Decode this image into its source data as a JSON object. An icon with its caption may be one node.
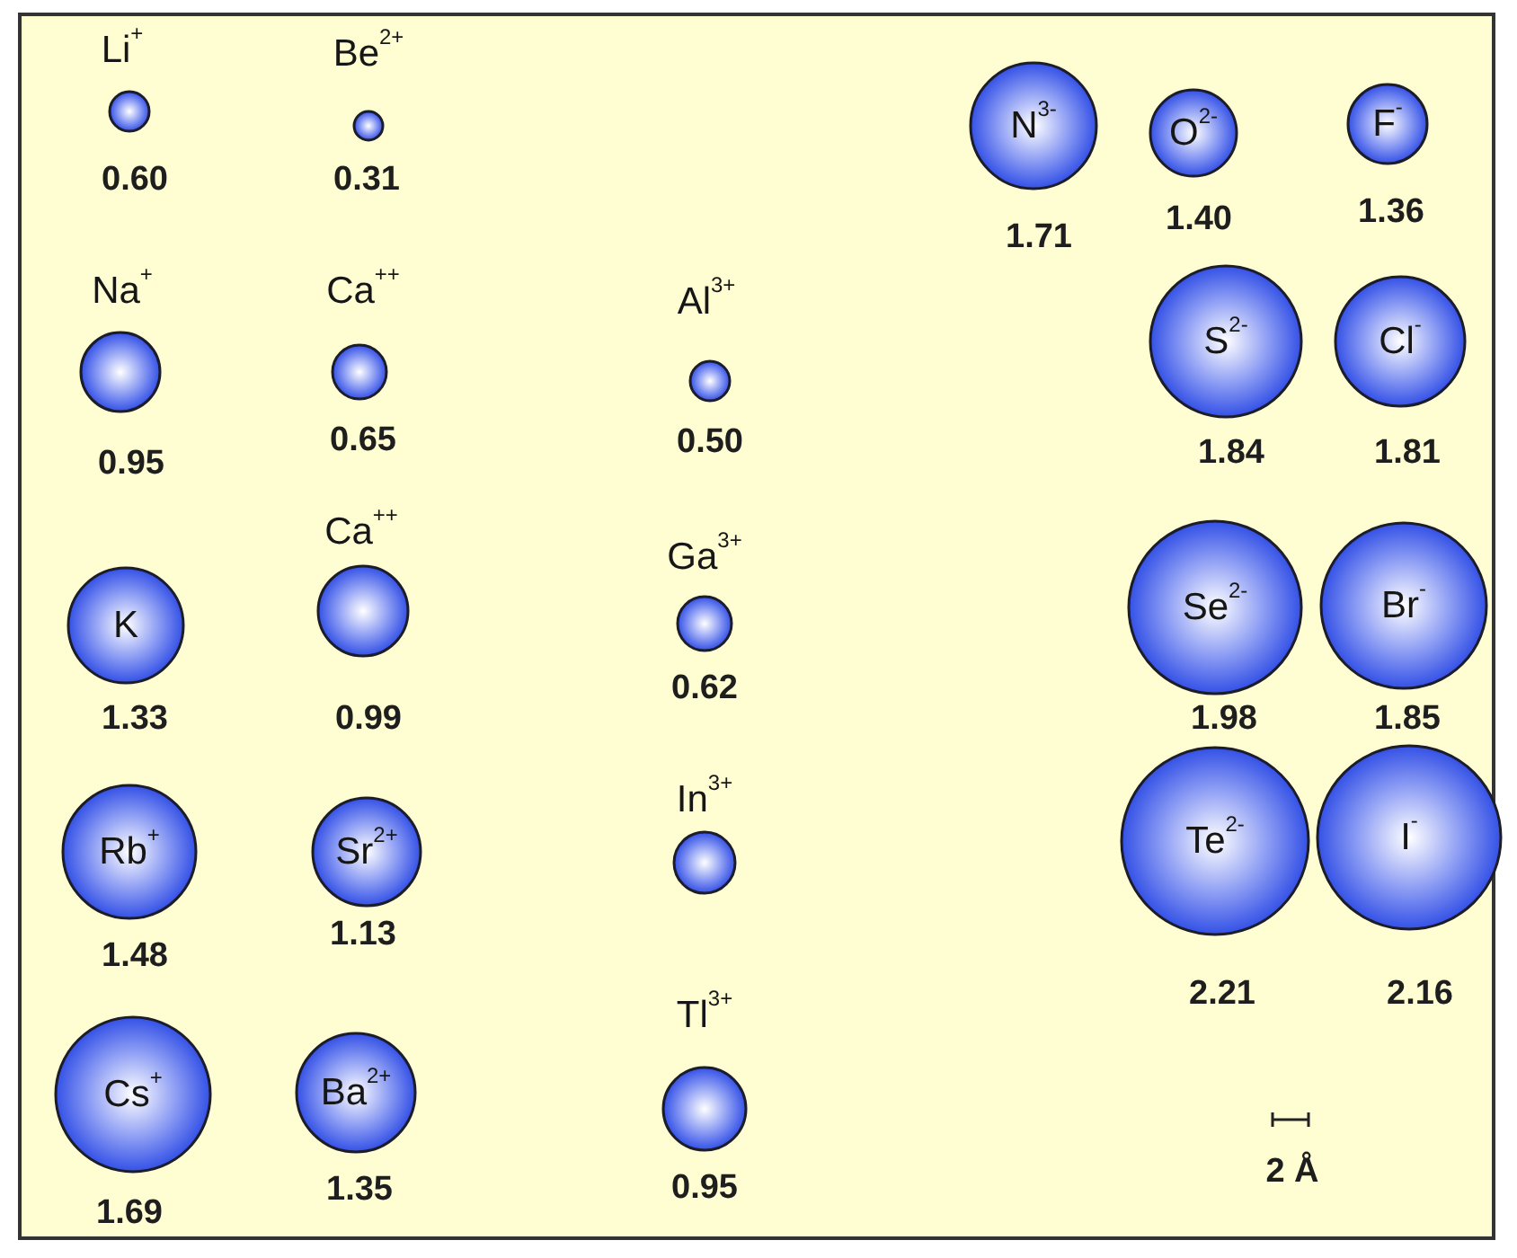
{
  "diagram": {
    "nodes": [
      {
        "text": [
          "Li$^{+}$"
        ],
        "beside": [
          "0.60"
        ]
      },
      {
        "text": [
          "Be$^{2+}$"
        ],
        "beside": [
          "0.31"
        ]
      },
      {
        "text": [
          "N$^{3-}$"
        ],
        "beside": [
          "1.71"
        ]
      },
      {
        "text": [
          "O$^{2-}$"
        ],
        "beside": [
          "1.40"
        ]
      },
      {
        "text": [
          "F$^{-}$"
        ],
        "beside": [
          "1.36"
        ]
      },
      {
        "text": [
          "Na$^{+}$"
        ],
        "beside": [
          "0.95"
        ]
      },
      {
        "text": [
          "Ca$^{++}$"
        ],
        "beside": [
          "0.65"
        ]
      },
      {
        "text": [
          "Al$^{3+}$"
        ],
        "beside": [
          "0.50"
        ]
      },
      {
        "text": [
          "S$^{2-}$"
        ],
        "beside": [
          "1.84"
        ]
      },
      {
        "text": [
          "Cl$^{-}$"
        ],
        "beside": [
          "1.81"
        ]
      },
      {
        "text": [
          "K"
        ],
        "beside": [
          "1.33"
        ]
      },
      {
        "text": [
          "Ca$^{++}$"
        ],
        "beside": [
          "0.99"
        ]
      },
      {
        "text": [
          "Ga$^{3+}$"
        ],
        "beside": [
          "0.62"
        ]
      },
      {
        "text": [
          "Se$^{2-}$"
        ],
        "beside": [
          "1.98"
        ]
      },
      {
        "text": [
          "Br$^{-}$"
        ],
        "beside": [
          "1.85"
        ]
      },
      {
        "text": [
          "Rb$^{+}$"
        ],
        "beside": [
          "1.48"
        ]
      },
      {
        "text": [
          "Sr$^{2+}$"
        ],
        "beside": [
          "1.13"
        ]
      },
      {
        "text": [
          "In$^{3+}$"
        ]
      },
      {
        "text": [
          "Te$^{2-}$"
        ],
        "beside": [
          "2.21"
        ]
      },
      {
        "text": [
          "I$^{-}$"
        ],
        "beside": [
          "2.16"
        ]
      },
      {
        "text": [
          "Cs$^{+}$"
        ],
        "beside": [
          "1.69"
        ]
      },
      {
        "text": [
          "Ba$^{2+}$"
        ],
        "beside": [
          "1.35"
        ]
      },
      {
        "text": [
          "Tl$^{3+}$"
        ],
        "beside": [
          "0.95"
        ]
      }
    ],
    "labels": [
      "2 Å"
    ]
  }
}
